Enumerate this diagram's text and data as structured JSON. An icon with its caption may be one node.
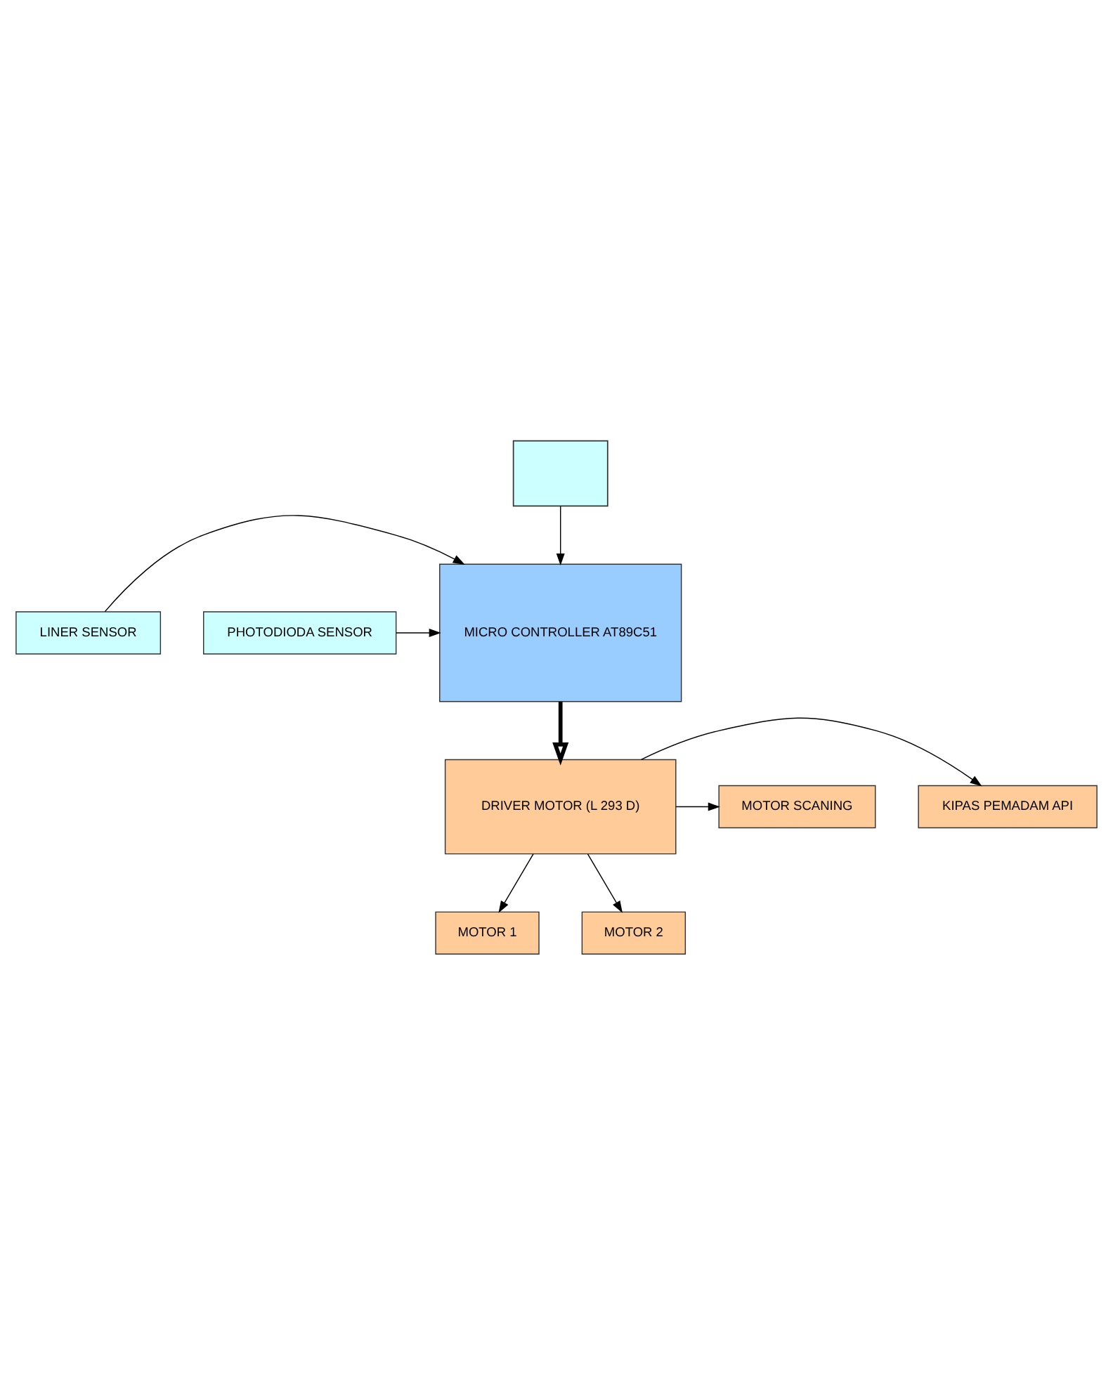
{
  "diagram": {
    "nodes": [
      {
        "text": [],
        "shape": "box"
      },
      {
        "text": [
          "MICRO CONTROLLER AT89C51"
        ]
      },
      {
        "text": [
          "LINER SENSOR"
        ]
      },
      {
        "text": [
          "PHOTODIODA SENSOR"
        ]
      },
      {
        "text": [
          "DRIVER MOTOR (L 293 D)"
        ]
      },
      {
        "text": [
          "KIPAS PEMADAM API"
        ]
      },
      {
        "text": [
          "MOTOR SCANING"
        ]
      },
      {
        "text": [
          "MOTOR 1"
        ]
      },
      {
        "text": [
          "MOTOR 2"
        ]
      }
    ],
    "edges": [
      {
        "from": 0,
        "to": 1,
        "arrow": "to"
      },
      {
        "from": 2,
        "to": 1,
        "arrow": "to"
      },
      {
        "from": 3,
        "to": 1,
        "arrow": "to"
      },
      {
        "from": 1,
        "to": 4,
        "arrow": "to",
        "style": "thick"
      },
      {
        "from": 4,
        "to": 5,
        "arrow": "to"
      },
      {
        "from": 4,
        "to": 6,
        "arrow": "to"
      },
      {
        "from": 4,
        "to": 7,
        "arrow": "to"
      },
      {
        "from": 4,
        "to": 8,
        "arrow": "to"
      }
    ]
  }
}
